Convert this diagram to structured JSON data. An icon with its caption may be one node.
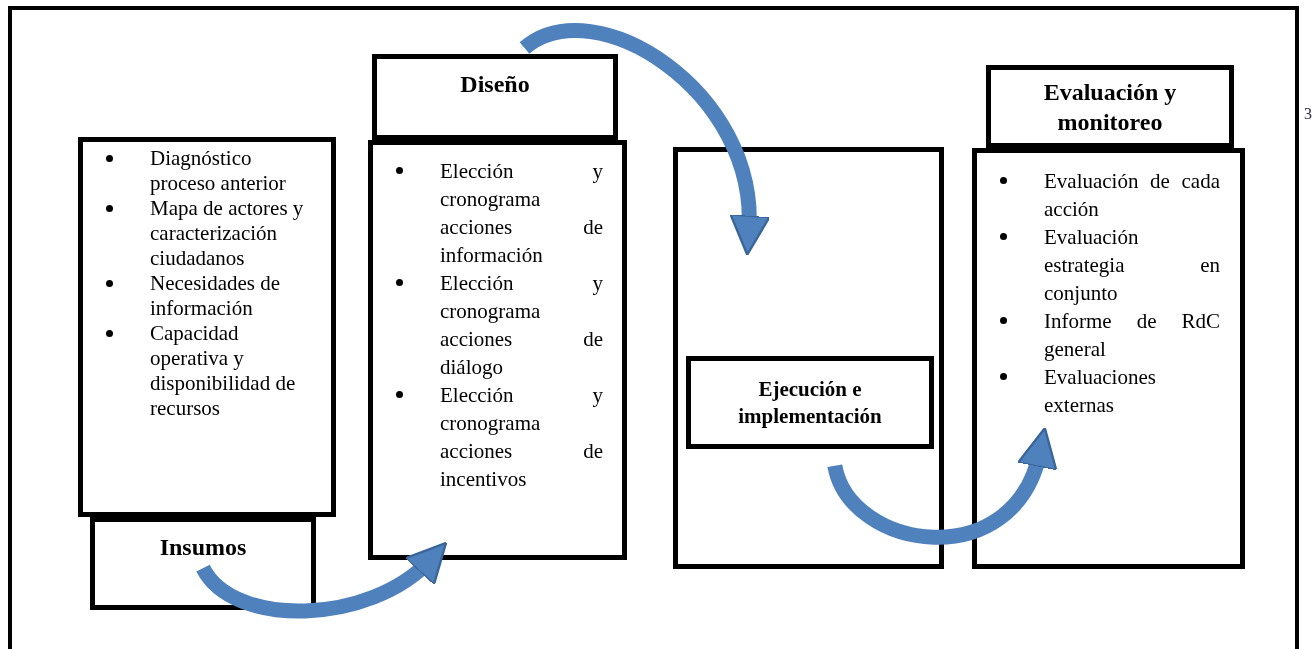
{
  "diagram": {
    "nodes": [
      {
        "text": [
          "Diagnóstico proceso anterior",
          "Mapa de actores y caracterización ciudadanos",
          "Necesidades de información",
          "Capacidad operativa y disponibilidad de recursos"
        ]
      },
      {
        "text": [
          "Insumos"
        ]
      },
      {
        "text": [
          "Diseño"
        ]
      },
      {
        "text": [
          "Elección y cronograma acciones de información",
          "Elección y cronograma acciones de diálogo",
          "Elección y cronograma acciones de incentivos"
        ]
      },
      {
        "text": [],
        "shape": "box"
      },
      {
        "text": [
          "Ejecución e implementación"
        ],
        "in": 4
      },
      {
        "text": [
          "Evaluación y monitoreo"
        ]
      },
      {
        "text": [
          "Evaluación de cada acción",
          "Evaluación estrategia en conjunto",
          "Informe de RdC general",
          "Evaluaciones externas"
        ]
      }
    ],
    "edges": [
      {
        "from": 1,
        "to": 3,
        "arrow": "to"
      },
      {
        "from": 2,
        "to": 4,
        "arrow": "to"
      },
      {
        "from": 5,
        "to": 7,
        "arrow": "to"
      }
    ],
    "labels": [
      "3"
    ]
  }
}
